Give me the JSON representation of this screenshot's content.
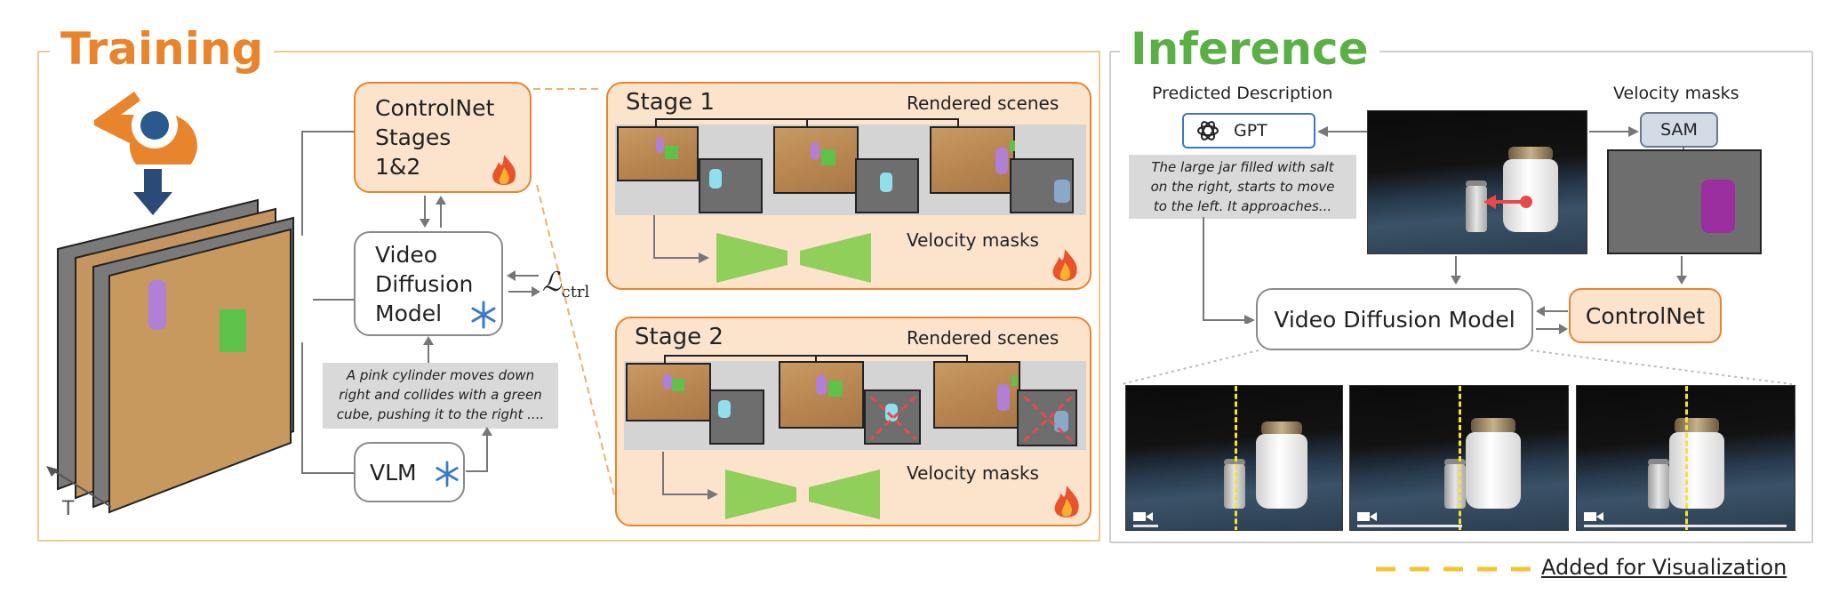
{
  "training": {
    "title": "Training",
    "axis_label": "T",
    "controlnet_box": {
      "label_lines": [
        "ControlNet",
        "Stages",
        "1&2"
      ]
    },
    "vdm_box": {
      "label_lines": [
        "Video",
        "Diffusion",
        "Model"
      ]
    },
    "vlm_box": {
      "label": "VLM"
    },
    "loss_label": "ℒ",
    "loss_sub": "ctrl",
    "caption_lines": [
      "A pink cylinder moves down",
      "right and collides with a green",
      "cube, pushing it to the right ...."
    ],
    "stage1": {
      "title": "Stage 1",
      "rendered": "Rendered scenes",
      "velocity": "Velocity masks"
    },
    "stage2": {
      "title": "Stage 2",
      "rendered": "Rendered scenes",
      "velocity": "Velocity masks"
    }
  },
  "inference": {
    "title": "Inference",
    "predicted_description": "Predicted Description",
    "velocity_masks": "Velocity masks",
    "gpt_label": "GPT",
    "sam_label": "SAM",
    "description_lines": [
      "The large jar filled with salt",
      "on the right, starts to move",
      "to the left. It approaches..."
    ],
    "vdm_label": "Video Diffusion Model",
    "controlnet_label": "ControlNet"
  },
  "legend": {
    "label": "Added for Visualization"
  },
  "colors": {
    "orange": "#e8842c",
    "green": "#5aaf45",
    "peach": "#fbe3cc",
    "yellow": "#f4c430",
    "pink_cylinder": "#b07fd6",
    "green_cube": "#5cc24a",
    "red_arrow": "#e84a4a",
    "magenta_mask": "#9b2fa0"
  },
  "icons": [
    "blender-logo-icon",
    "down-arrow-icon",
    "fire-icon",
    "snowflake-icon",
    "openai-logo-icon",
    "camera-icon"
  ]
}
